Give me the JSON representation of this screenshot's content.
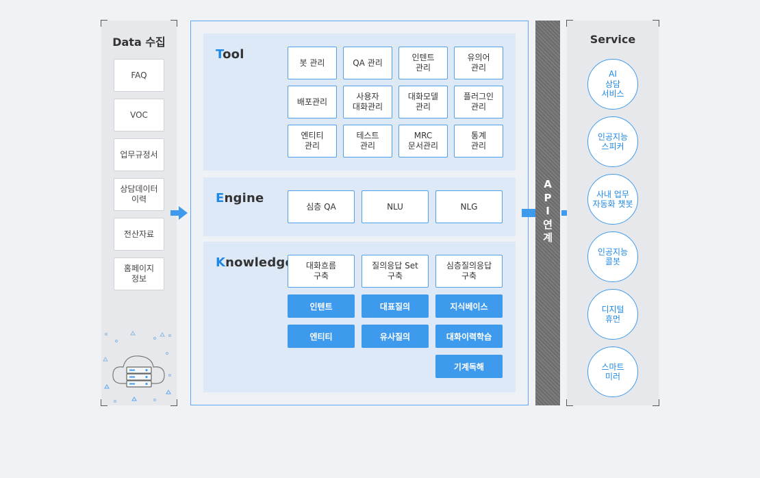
{
  "data_collection": {
    "title": "Data 수집",
    "items": [
      "FAQ",
      "VOC",
      "업무규정서",
      "상담데이터\n이력",
      "전산자료",
      "홈페이지\n정보"
    ],
    "cloud_icon": "cloud-server-icon"
  },
  "tool": {
    "title_first": "T",
    "title_rest": "ool",
    "items": [
      "봇 관리",
      "QA 관리",
      "인텐트\n관리",
      "유의어\n관리",
      "배포관리",
      "사용자\n대화관리",
      "대화모델\n관리",
      "플러그인\n관리",
      "엔티티\n관리",
      "테스트\n관리",
      "MRC\n문서관리",
      "통계\n관리"
    ]
  },
  "engine": {
    "title_first": "E",
    "title_rest": "ngine",
    "items": [
      "심층 QA",
      "NLU",
      "NLG"
    ]
  },
  "knowledge": {
    "title_first": "K",
    "title_rest": "nowledge",
    "build_items": [
      "대화흐름\n구축",
      "질의응답 Set\n구축",
      "심층질의응답\n구축"
    ],
    "tags": [
      "인텐트",
      "대표질의",
      "지식베이스",
      "엔티티",
      "유사질의",
      "대화이력학습",
      "기계독해"
    ]
  },
  "api": {
    "label": "A\nP\nI\n연\n계"
  },
  "service": {
    "title": "Service",
    "items": [
      "AI\n상담\n서비스",
      "인공지능\n스피커",
      "사내 업무\n자동화 챗봇",
      "인공지능\n콜봇",
      "디지털\n휴먼",
      "스마트\n미러"
    ]
  },
  "colors": {
    "accent": "#1e88e5",
    "tag_fill": "#3d9aec",
    "frame_border": "#5aa8f5",
    "arrow": "#3d9aec"
  }
}
